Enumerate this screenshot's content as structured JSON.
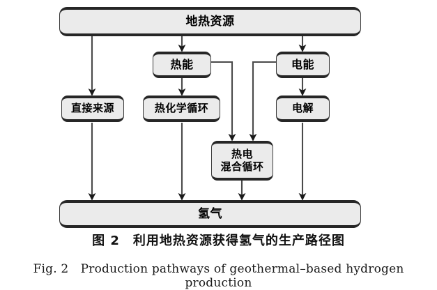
{
  "figure": {
    "background_color": "#ffffff",
    "node_fill_color": "#ebebeb",
    "node_border_color": "#3a3a3a",
    "node_shadow_color": "#262626",
    "connector_color": "#4a4a4a",
    "arrowhead_color": "#1a1a1a",
    "nodes": {
      "source": "地热资源",
      "direct": "直接来源",
      "thermal_energy": "热能",
      "electric_energy": "电能",
      "thermochemical_cycle": "热化学循环",
      "electrolysis": "电解",
      "hybrid_cycle": "热电\n混合循环",
      "hydrogen": "氢气"
    }
  },
  "captions": {
    "chinese": "图 2　利用地热资源获得氢气的生产路径图",
    "english": "Fig. 2　Production pathways of geothermal–based hydrogen production"
  }
}
